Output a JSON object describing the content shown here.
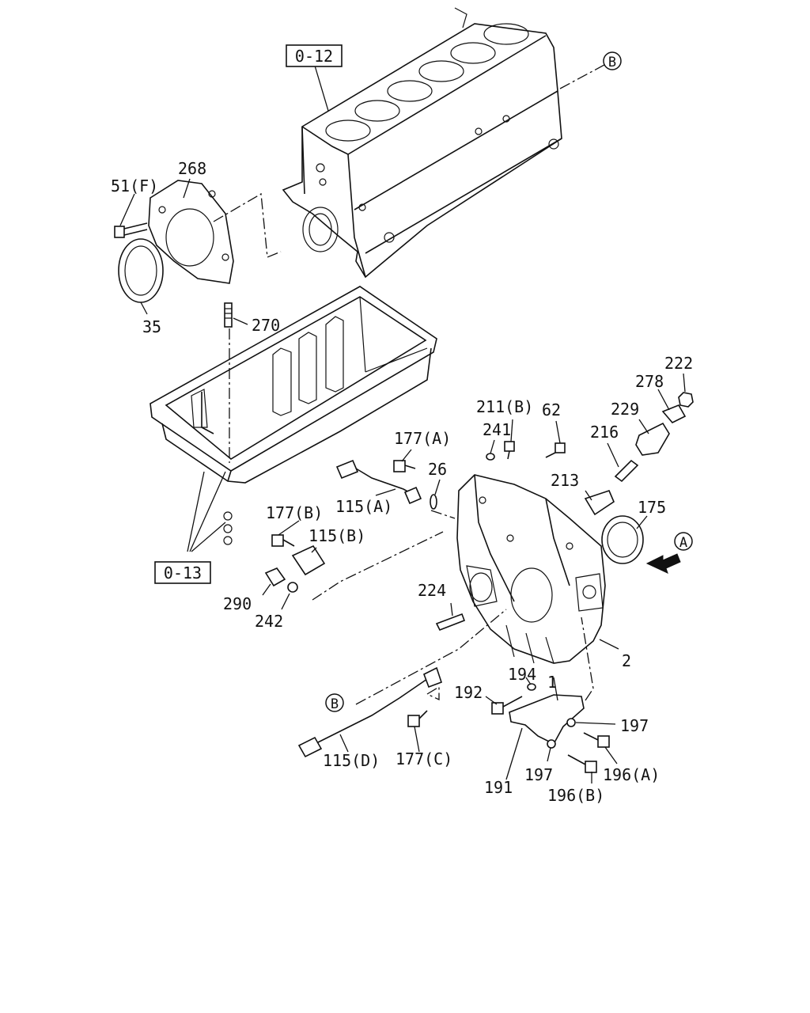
{
  "labels": {
    "block_ref": "0-12",
    "pan_ref": "0-13",
    "ref_b_top": "B",
    "ref_b_bottom": "B",
    "ref_a": "A",
    "p51f": "51(F)",
    "p268": "268",
    "p35": "35",
    "p270": "270",
    "p222": "222",
    "p278": "278",
    "p229": "229",
    "p211b": "211(B)",
    "p62": "62",
    "p216": "216",
    "p177a": "177(A)",
    "p241": "241",
    "p26": "26",
    "p213": "213",
    "p175": "175",
    "p115a": "115(A)",
    "p177b": "177(B)",
    "p115b": "115(B)",
    "p290": "290",
    "p242": "242",
    "p224": "224",
    "p2": "2",
    "p194": "194",
    "p1": "1",
    "p192": "192",
    "p197a": "197",
    "p197b": "197",
    "p196a": "196(A)",
    "p196b": "196(B)",
    "p191": "191",
    "p115d": "115(D)",
    "p177c": "177(C)"
  }
}
